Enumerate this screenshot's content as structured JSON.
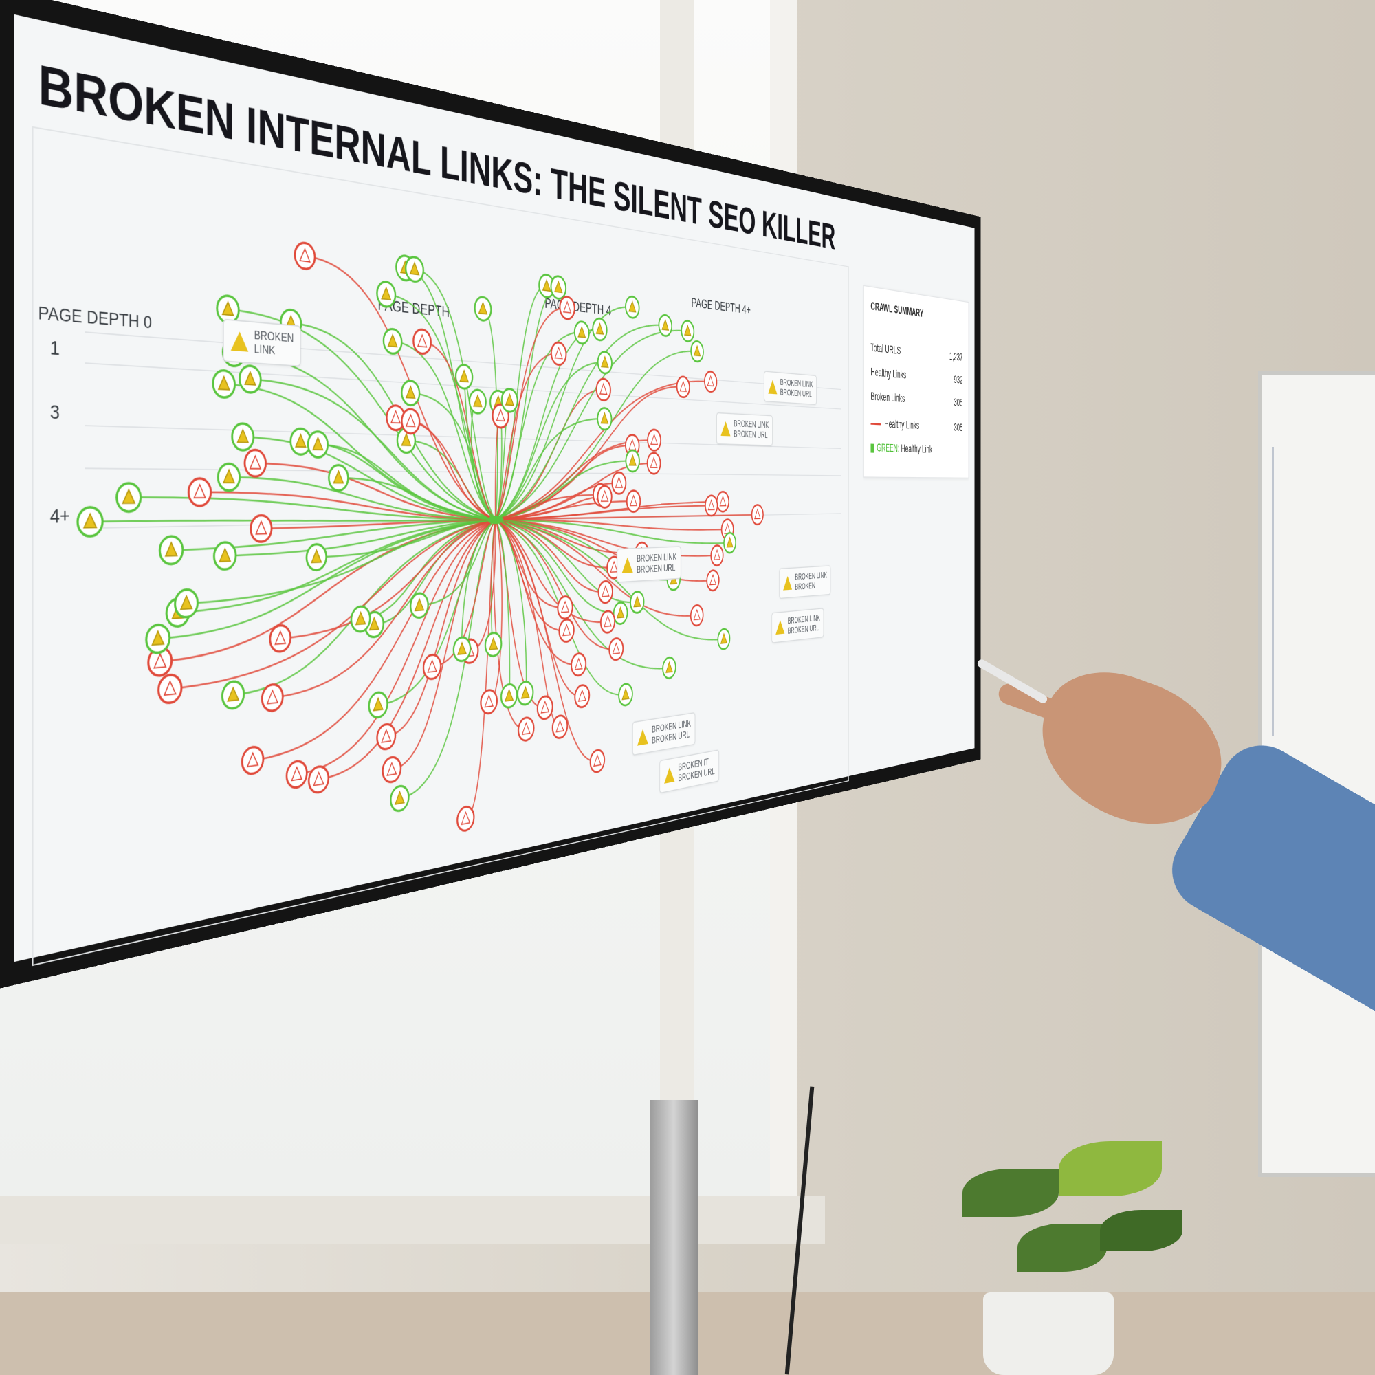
{
  "title": "BROKEN INTERNAL LINKS: THE SILENT SEO KILLER",
  "column_headers": [
    "PAGE DEPTH 0",
    "PAGE DEPTH",
    "PAGE DEPTH 4",
    "PAGE DEPTH 4+"
  ],
  "row_labels": [
    "1",
    "3",
    "4+"
  ],
  "summary": {
    "title": "CRAWL SUMMARY",
    "rows": [
      {
        "label": "Total URLS",
        "value": "1,237"
      },
      {
        "label": "Healthy Links",
        "value": "932"
      },
      {
        "label": "Broken Links",
        "value": "305"
      }
    ],
    "legend": [
      {
        "swatch": "red-line",
        "label": "Healthy Links",
        "value": "305",
        "color": "#e04a3b"
      },
      {
        "swatch": "green-square",
        "prefix": "GREEN:",
        "label": "Healthy Link",
        "color": "#5ac53f"
      }
    ]
  },
  "callouts": [
    {
      "line1": "BROKEN",
      "line2": "LINK"
    },
    {
      "line1": "BROKEN LINK",
      "line2": "BROKEN URL"
    },
    {
      "line1": "BROKEN LINK",
      "line2": "BROKEN URL"
    },
    {
      "line1": "BROKEN LINK",
      "line2": "BROKEN URL"
    },
    {
      "line1": "BROKEN LINK",
      "line2": "BROKEN"
    },
    {
      "line1": "BROKEN LINK",
      "line2": "BROKEN URL"
    },
    {
      "line1": "BROKEN LINK",
      "line2": "BROKEN URL"
    },
    {
      "line1": "BROKEN IT",
      "line2": "BROKEN URL"
    }
  ],
  "colors": {
    "healthy": "#5ac53f",
    "broken": "#e04a3b",
    "warning": "#e8c21f",
    "node_fill": "#ffffff"
  },
  "node_icon": "warning-triangle-icon"
}
